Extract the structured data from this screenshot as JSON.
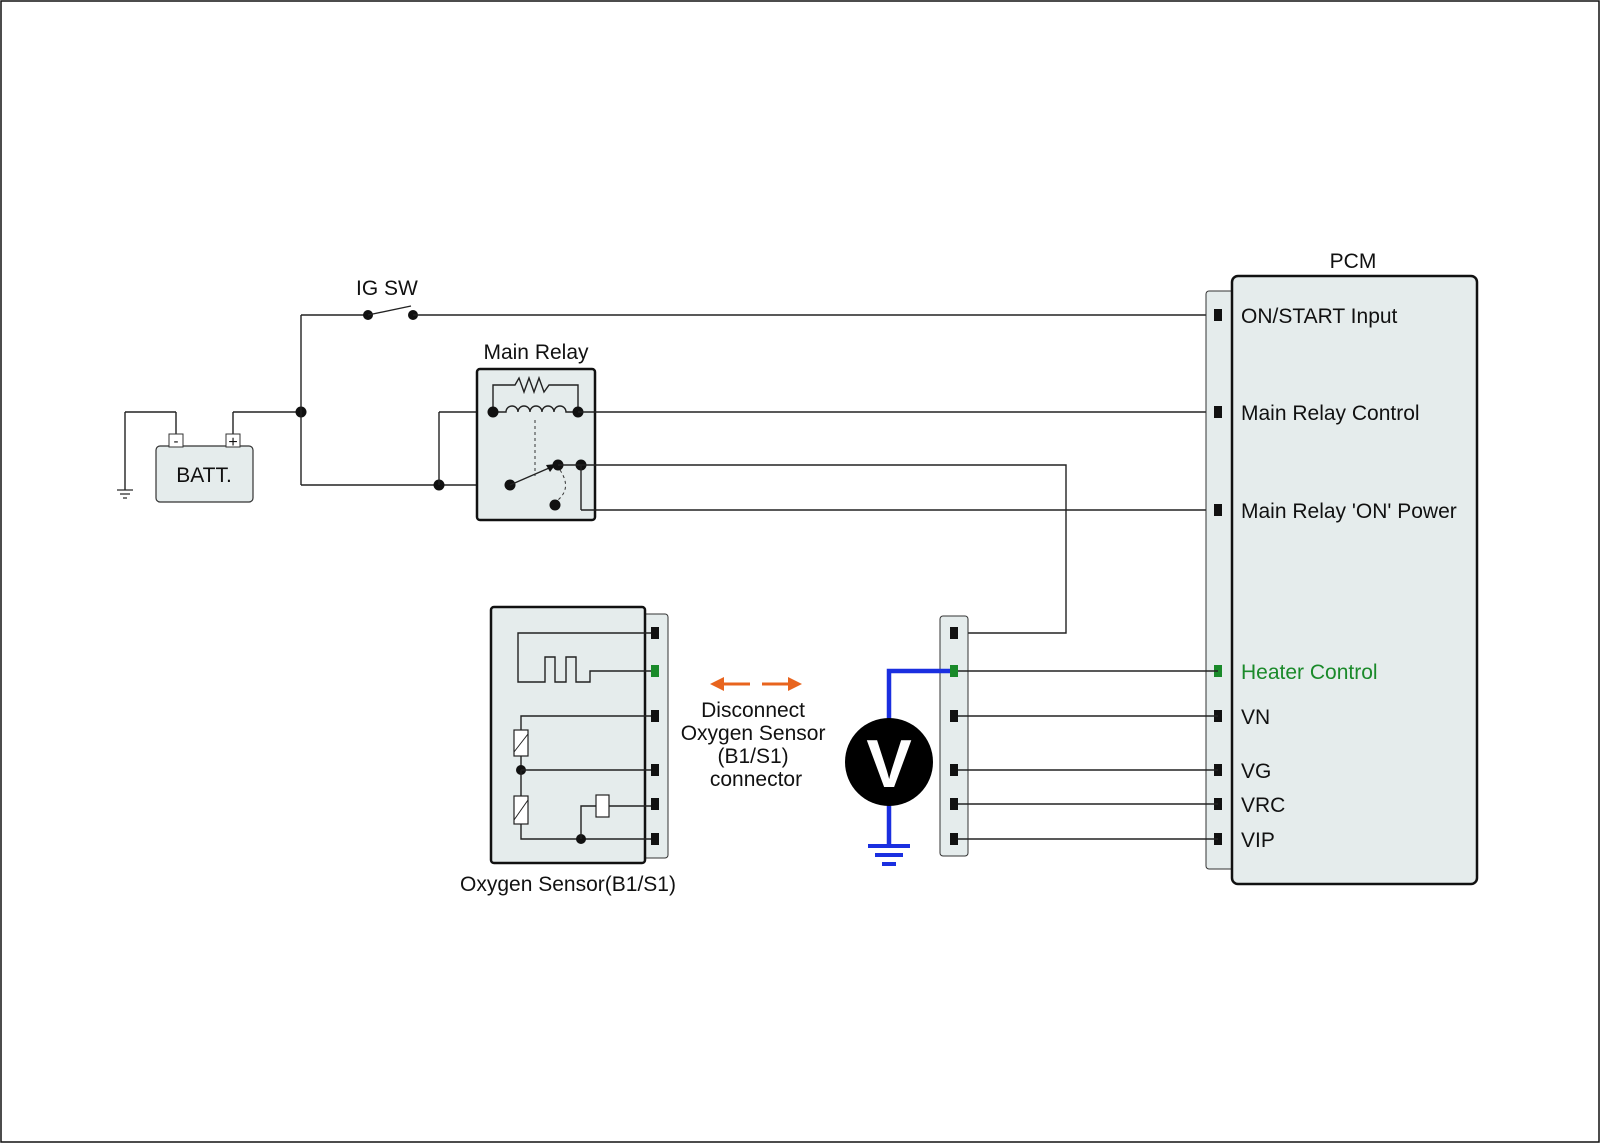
{
  "labels": {
    "ig_sw": "IG SW",
    "main_relay": "Main Relay",
    "battery": "BATT.",
    "battery_neg": "-",
    "battery_pos": "+",
    "pcm": "PCM",
    "oxygen_sensor": "Oxygen Sensor(B1/S1)",
    "voltmeter": "V"
  },
  "instruction": {
    "line1": "Disconnect",
    "line2": "Oxygen Sensor",
    "line3": "(B1/S1)",
    "line4": "connector"
  },
  "pcm_pins": [
    {
      "label": "ON/START Input",
      "color": "#111111"
    },
    {
      "label": "Main Relay Control",
      "color": "#111111"
    },
    {
      "label": "Main Relay 'ON' Power",
      "color": "#111111"
    },
    {
      "label": "Heater Control",
      "color": "#1a8a2a"
    },
    {
      "label": "VN",
      "color": "#111111"
    },
    {
      "label": "VG",
      "color": "#111111"
    },
    {
      "label": "VRC",
      "color": "#111111"
    },
    {
      "label": "VIP",
      "color": "#111111"
    }
  ],
  "colors": {
    "highlight_wire": "#1a2fe0",
    "heater_pin": "#1a8a2a",
    "arrow": "#e8641e",
    "panel_fill": "#e5ecec"
  }
}
